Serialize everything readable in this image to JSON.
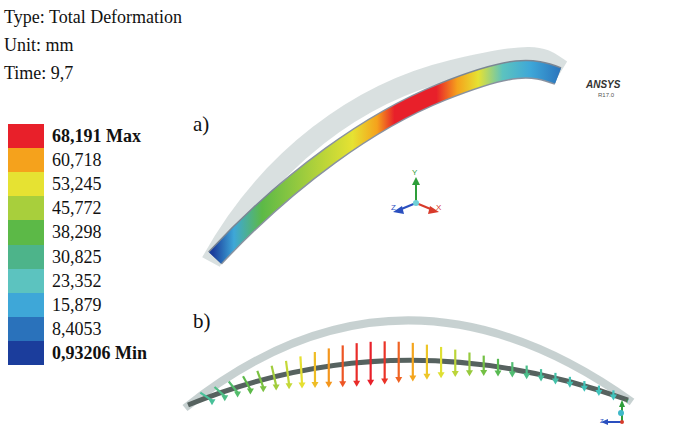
{
  "diagram": {
    "labels": [
      "Type: Total Deformation",
      "Unit: mm",
      "Time: 9,7",
      "ANSYS",
      "R17.0",
      "a)",
      "Y",
      "Z",
      "X",
      "b)",
      "Y",
      "Z"
    ],
    "legend": [
      {
        "text": "68,191 Max",
        "color": "#e8202a"
      },
      {
        "text": "60,718",
        "color": "#f5a21c"
      },
      {
        "text": "53,245",
        "color": "#e6e232"
      },
      {
        "text": "45,772",
        "color": "#a8cf3c"
      },
      {
        "text": "38,298",
        "color": "#5cb947"
      },
      {
        "text": "30,825",
        "color": "#4db48a"
      },
      {
        "text": "23,352",
        "color": "#5cc3bf"
      },
      {
        "text": "15,879",
        "color": "#3ea7d8"
      },
      {
        "text": "8,4053",
        "color": "#2a72bb"
      },
      {
        "text": "0,93206 Min",
        "color": "#1b3d9c"
      }
    ]
  }
}
